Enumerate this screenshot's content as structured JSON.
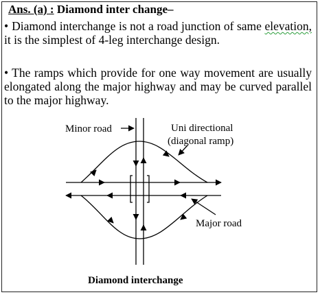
{
  "heading": {
    "prefix": "Ans. (a) :",
    "title": "Diamond inter change–"
  },
  "bullets": [
    {
      "symbol": "•",
      "text_start": "Diamond interchange is not a road junction of same",
      "text_wavy": "elevation,",
      "text_end": "it is the simplest of 4-leg interchange design."
    },
    {
      "symbol": "•",
      "text": "The ramps which provide for one way movement are usually elongated along the major highway and may be curved parallel to the major highway."
    }
  ],
  "diagram": {
    "label_minor_road": "Minor road",
    "label_uni_directional": "Uni directional",
    "label_diagonal_ramp": "(diagonal ramp)",
    "label_major_road": "Major road",
    "caption": "Diamond interchange"
  }
}
